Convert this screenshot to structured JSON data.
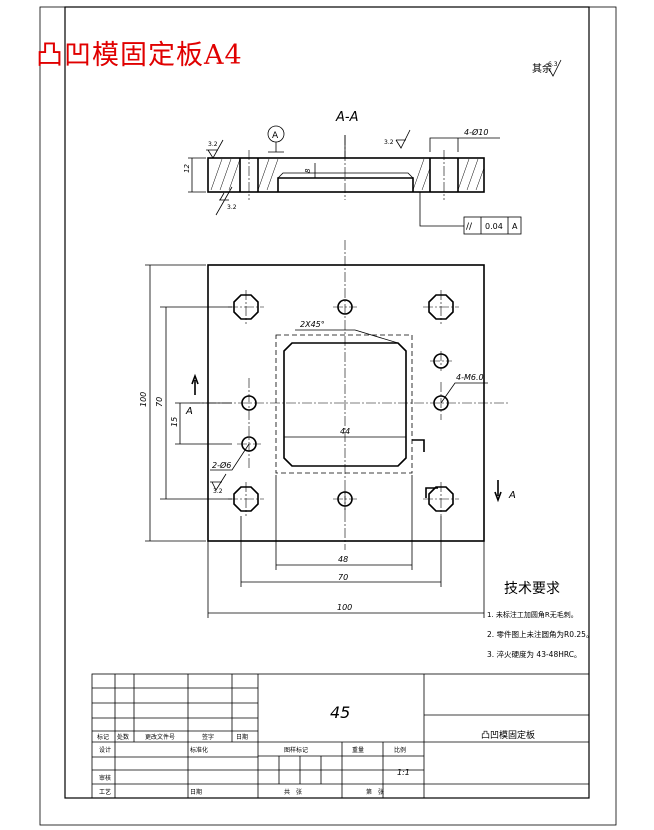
{
  "header": {
    "title": "凸凹模固定板A4"
  },
  "roughness_note": {
    "label": "其余",
    "value": "6.3"
  },
  "section_view": {
    "label": "A-A",
    "datum": "A",
    "dim_thickness": "12",
    "dim_depth": "8",
    "roughness_top": "3.2",
    "roughness_bottom": "3.2",
    "roughness_right": "3.2",
    "hole_note": "4-Ø10",
    "tolerance": {
      "symbol": "//",
      "value": "0.04",
      "datum": "A"
    }
  },
  "plan_view": {
    "chamfer_note": "2X45°",
    "thread_note": "4-M6.0",
    "pin_note": "2-Ø6",
    "pin_roughness": "3.2",
    "section_mark": "A",
    "dims": {
      "height_100": "100",
      "height_70": "70",
      "height_15": "15",
      "inner_44": "44",
      "width_48": "48",
      "width_70": "70",
      "width_100": "100"
    }
  },
  "tech_requirements": {
    "title": "技术要求",
    "items": [
      "1. 未标注工加圆角R无毛刺。",
      "2. 零件图上未注圆角为R0.25。",
      "3. 淬火硬度为 43-48HRC。"
    ]
  },
  "title_block": {
    "material": "45",
    "part_name": "凸凹模固定板",
    "scale": "1:1",
    "labels": {
      "mark": "标记",
      "count": "处数",
      "change_doc": "更改文件号",
      "sign": "签字",
      "date": "日期",
      "design": "设计",
      "standardize": "标准化",
      "stage_mark": "图样标记",
      "weight": "重量",
      "ratio": "比例",
      "review": "审核",
      "process": "工艺",
      "date2": "日期",
      "sheets": "共　张",
      "sheet": "第　张"
    }
  }
}
